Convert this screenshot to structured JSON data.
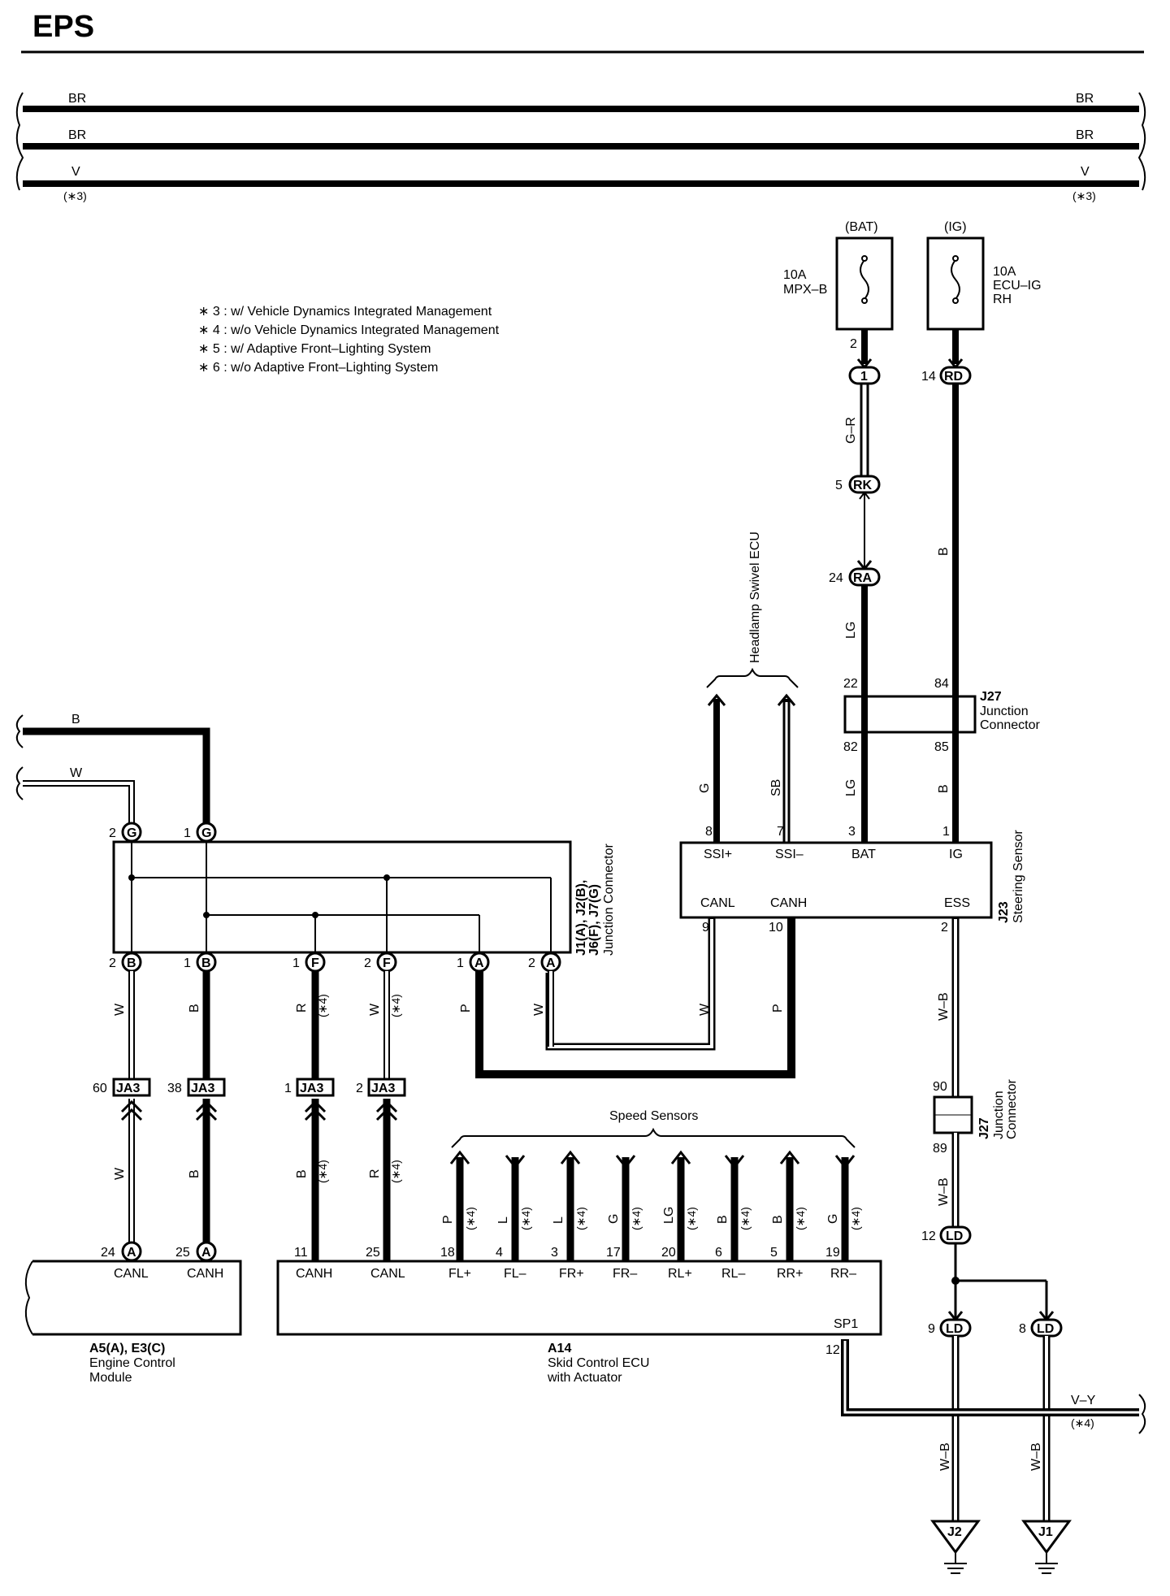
{
  "title": "EPS",
  "notes": [
    "∗ 3 : w/ Vehicle Dynamics Integrated Management",
    "∗ 4 : w/o Vehicle Dynamics Integrated Management",
    "∗ 5 : w/ Adaptive Front–Lighting System",
    "∗ 6 : w/o Adaptive Front–Lighting System"
  ],
  "top_bus": {
    "w1": "BR",
    "w2": "BR",
    "w3": "V",
    "note": "(∗3)"
  },
  "fuses": {
    "bat": {
      "source": "(BAT)",
      "rating": "10A",
      "name": "MPX–B",
      "pin": "2"
    },
    "ig": {
      "source": "(IG)",
      "rating": "10A",
      "name_l1": "ECU–IG",
      "name_l2": "RH"
    }
  },
  "wire_colors": {
    "g_r": "G–R",
    "lg": "LG",
    "b": "B",
    "g": "G",
    "sb": "SB",
    "w": "W",
    "p": "P",
    "r": "R",
    "w_b": "W–B",
    "v_y": "V–Y"
  },
  "conn": {
    "c1": "1",
    "rd": "RD",
    "rk": "RK",
    "ra": "RA",
    "g": "G",
    "b": "B",
    "f": "F",
    "a": "A",
    "ja3": "JA3",
    "ld": "LD",
    "j1": "J1",
    "j2": "J2"
  },
  "pins": {
    "p14": "14",
    "p5": "5",
    "p24": "24",
    "p22": "22",
    "p84": "84",
    "p82": "82",
    "p85": "85",
    "p8": "8",
    "p7": "7",
    "p3": "3",
    "p1": "1",
    "p2": "2",
    "p9": "9",
    "p10": "10",
    "p60": "60",
    "p38": "38",
    "p25": "25",
    "p11": "11",
    "p18": "18",
    "p4": "4",
    "p17": "17",
    "p20": "20",
    "p6": "6",
    "p19": "19",
    "p90": "90",
    "p89": "89",
    "p12": "12"
  },
  "j27": {
    "id": "J27",
    "l1": "Junction",
    "l2": "Connector"
  },
  "junction_main": {
    "id": "J1(A), J2(B),",
    "id2": "J6(F), J7(G)",
    "name": "Junction Connector"
  },
  "headlamp": "Headlamp Swivel ECU",
  "steering": {
    "id": "J23",
    "name": "Steering Sensor",
    "pins": [
      "SSI+",
      "SSI–",
      "BAT",
      "IG",
      "CANL",
      "CANH",
      "ESS"
    ]
  },
  "engine": {
    "id": "A5(A), E3(C)",
    "l1": "Engine Control",
    "l2": "Module",
    "pins": [
      "CANL",
      "CANH"
    ]
  },
  "skid": {
    "id": "A14",
    "l1": "Skid Control ECU",
    "l2": "with Actuator",
    "pins": [
      "CANH",
      "CANL",
      "FL+",
      "FL–",
      "FR+",
      "FR–",
      "RL+",
      "RL–",
      "RR+",
      "RR–"
    ],
    "sp1": "SP1"
  },
  "speed_sensors": "Speed Sensors",
  "star4": "(∗4)",
  "star3": "(∗3)"
}
